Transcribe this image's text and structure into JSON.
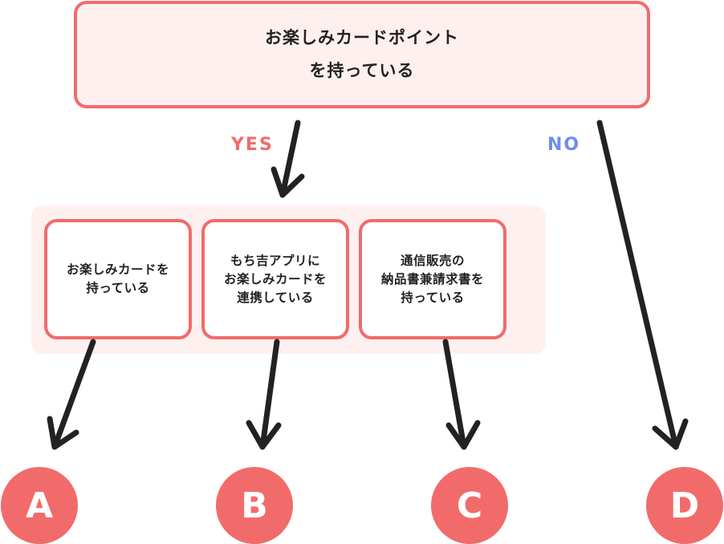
{
  "question": {
    "text": "お楽しみカードポイント\nを持っている"
  },
  "branches": {
    "yes_label": "YES",
    "no_label": "NO"
  },
  "conditions": [
    {
      "text": "お楽しみカードを\n持っている"
    },
    {
      "text": "もち吉アプリに\nお楽しみカードを\n連携している"
    },
    {
      "text": "通信販売の\n納品書兼請求書を\n持っている"
    }
  ],
  "results": [
    {
      "label": "A"
    },
    {
      "label": "B"
    },
    {
      "label": "C"
    },
    {
      "label": "D"
    }
  ],
  "colors": {
    "accent": "#f26b6b",
    "panel": "#fff0f0",
    "no": "#6c8ef0",
    "arrow": "#222222"
  }
}
